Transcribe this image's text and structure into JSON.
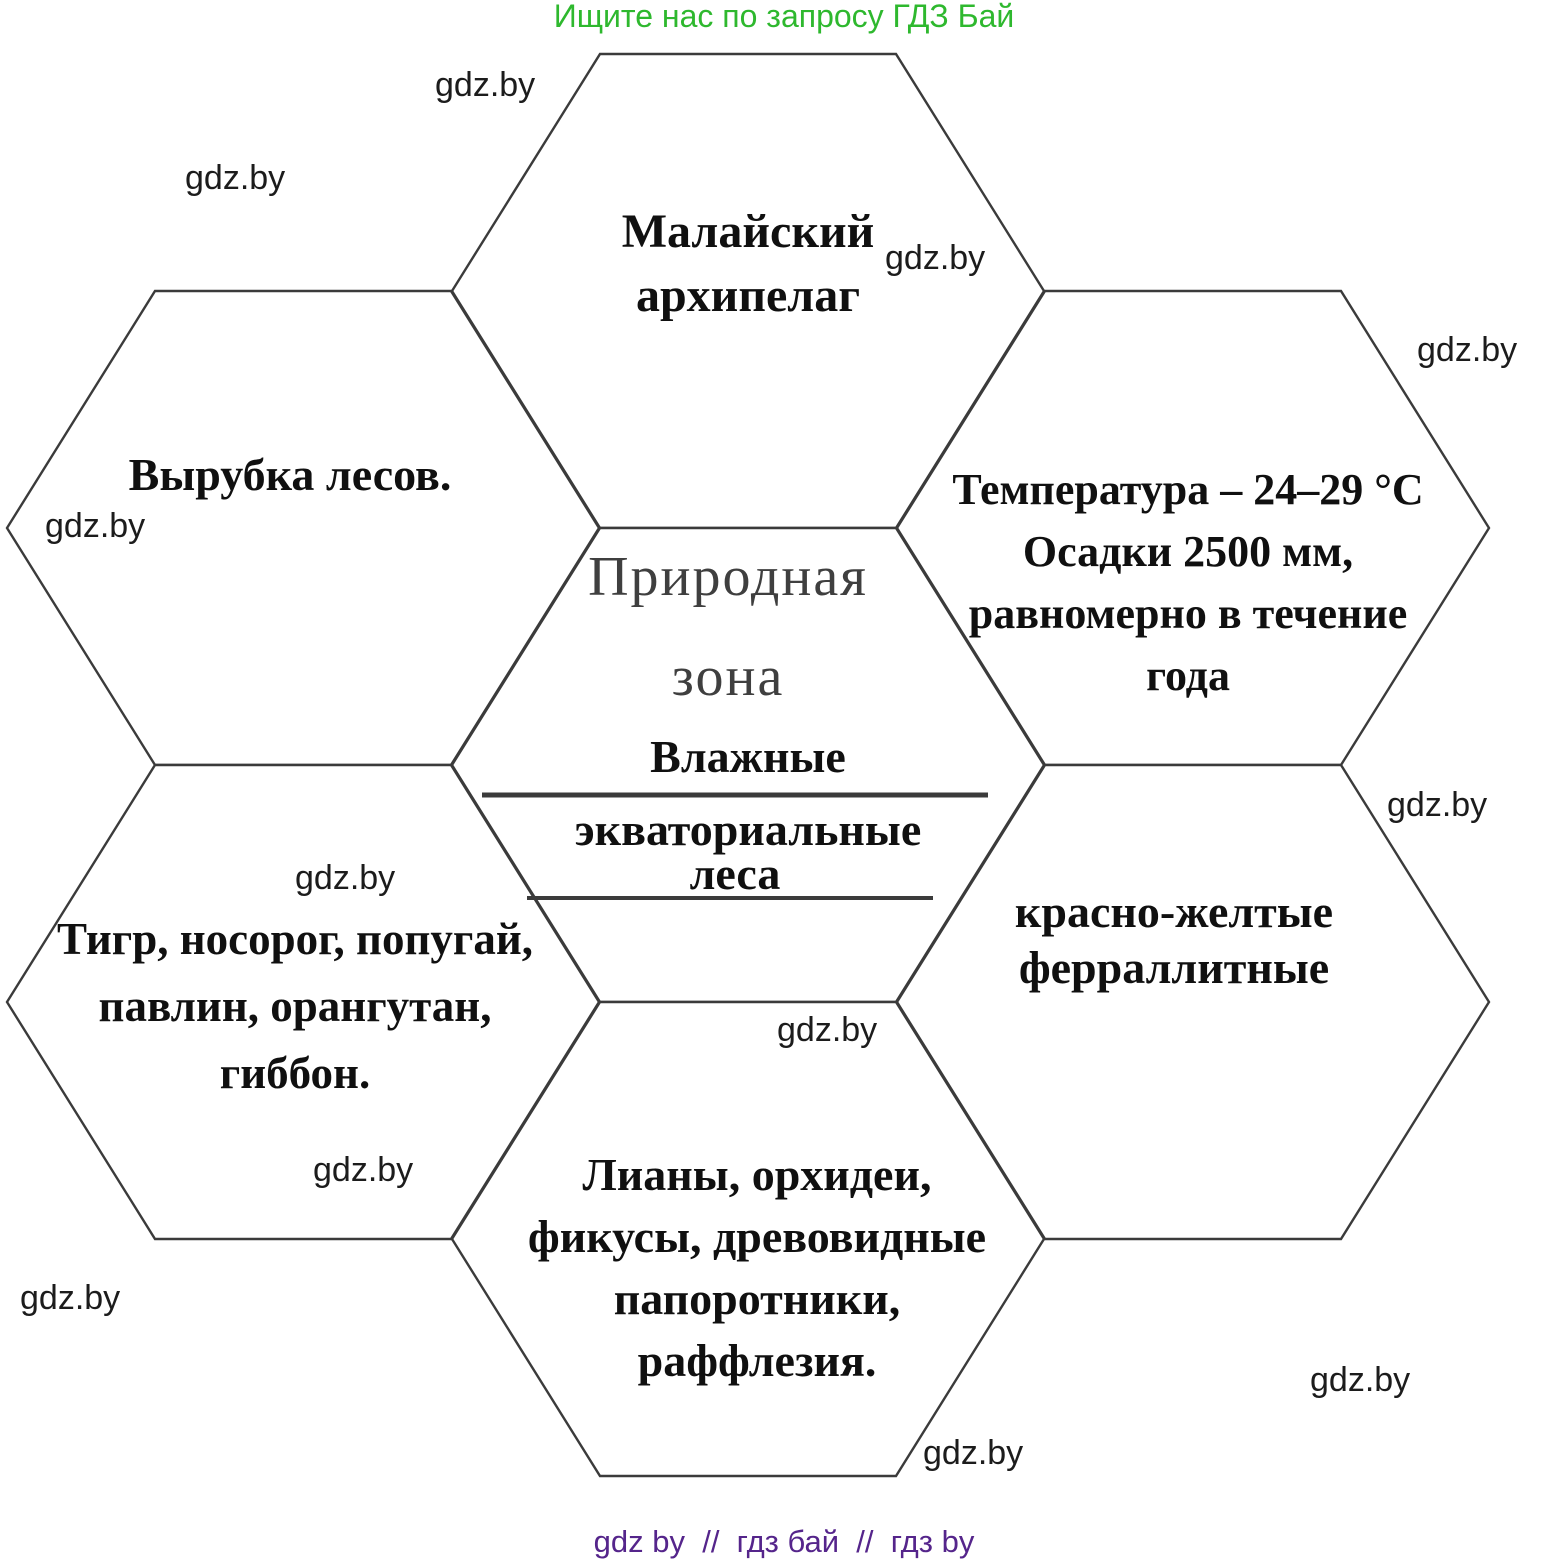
{
  "header": {
    "text": "Ищите нас по запросу ГДЗ Бай"
  },
  "footer": {
    "text": "gdz by  //  гдз бай  //  гдз by"
  },
  "watermark": {
    "text": "gdz.by"
  },
  "colors": {
    "header_green": "#2eb82e",
    "footer_purple": "#55258b",
    "ink": "#101010",
    "faded_ink": "#3f3f3f",
    "outline": "#3b3b3b",
    "watermark": "#1c1c1c"
  },
  "hexagons": {
    "center": {
      "label": {
        "lines": [
          "Природная",
          "зона"
        ]
      },
      "answer": {
        "lines": [
          "Влажные",
          "экваториальные",
          "леса"
        ]
      }
    },
    "top": {
      "lines": [
        "Малайский",
        "архипелаг"
      ]
    },
    "top_left": {
      "lines": [
        "Вырубка лесов."
      ]
    },
    "top_right": {
      "lines": [
        "Температура – 24–29 °C",
        "Осадки 2500 мм,",
        "равномерно в течение",
        "года"
      ]
    },
    "bottom_left": {
      "lines": [
        "Тигр, носорог, попугай,",
        "павлин, орангутан,",
        "гиббон."
      ]
    },
    "bottom_right": {
      "lines": [
        "красно-желтые",
        "ферраллитные"
      ]
    },
    "bottom": {
      "lines": [
        "Лианы, орхидеи,",
        "фикусы, древовидные",
        "папоротники,",
        "раффлезия."
      ]
    }
  }
}
